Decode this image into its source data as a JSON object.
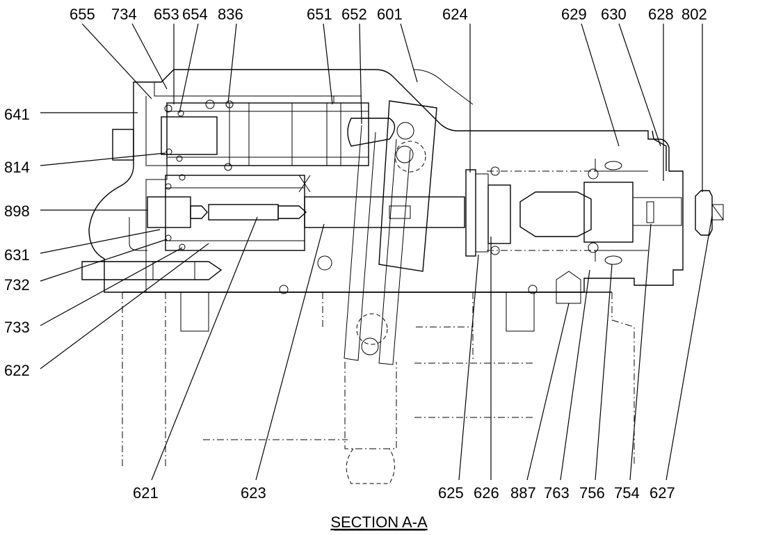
{
  "caption": "SECTION A-A",
  "callouts": {
    "top": [
      "655",
      "734",
      "653",
      "654",
      "836",
      "651",
      "652",
      "601",
      "624",
      "629",
      "630",
      "628",
      "802"
    ],
    "left": [
      "641",
      "814",
      "898",
      "631",
      "732",
      "733",
      "622"
    ],
    "bottom": [
      "621",
      "623",
      "625",
      "626",
      "887",
      "763",
      "756",
      "754",
      "627"
    ]
  }
}
